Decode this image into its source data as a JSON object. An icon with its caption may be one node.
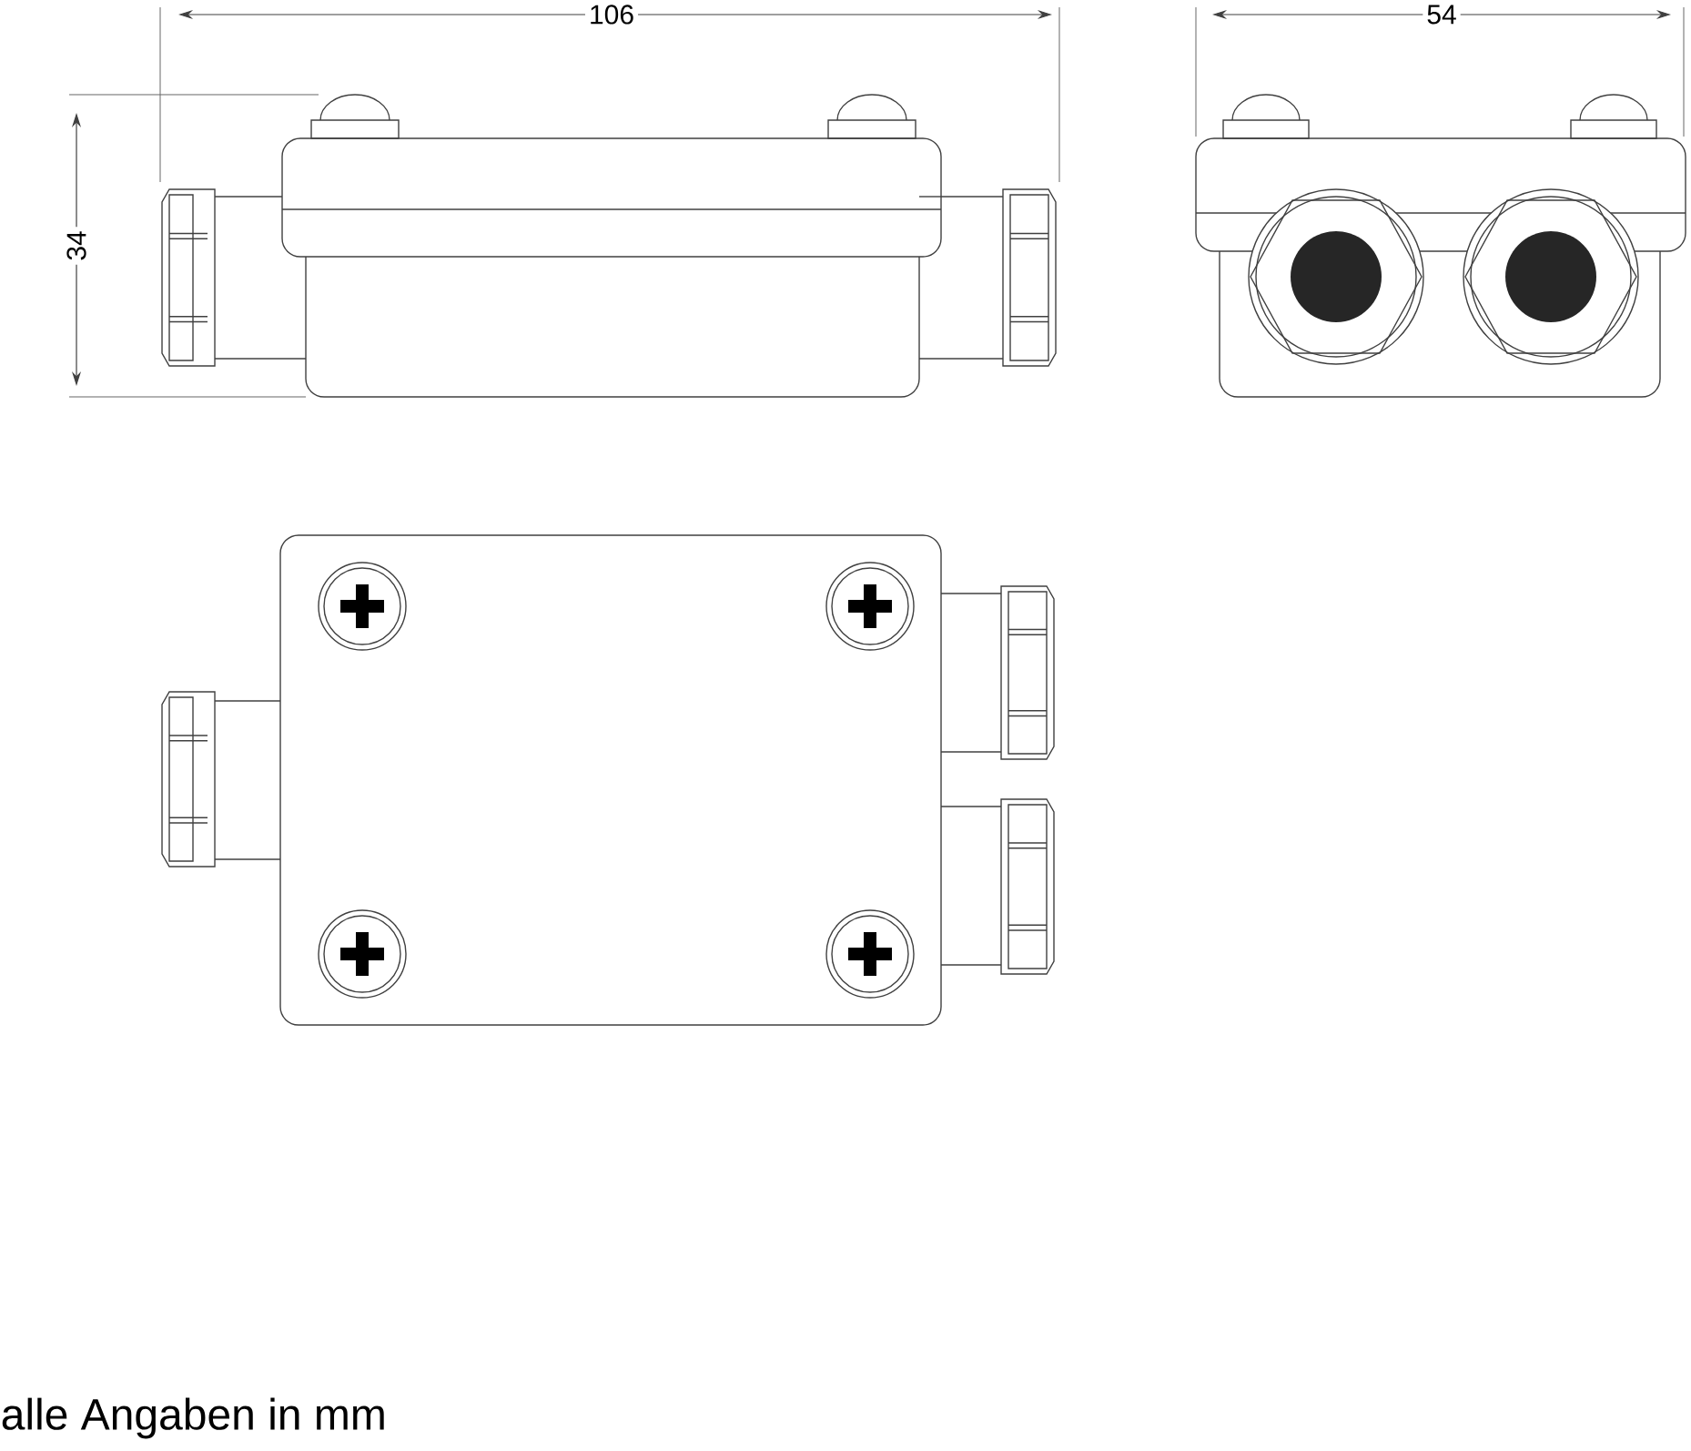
{
  "diagram": {
    "labels": [
      "106",
      "54",
      "34",
      "alle Angaben in mm"
    ]
  }
}
